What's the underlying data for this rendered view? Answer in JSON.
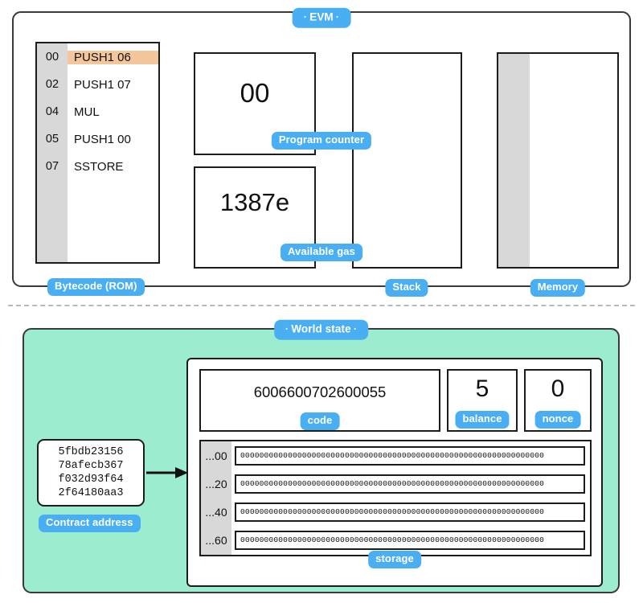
{
  "evm": {
    "title": "EVM",
    "title_dot": "·",
    "bytecode": {
      "label": "Bytecode (ROM)",
      "rows": [
        {
          "offset": "00",
          "op": "PUSH1 06",
          "active": true
        },
        {
          "offset": "02",
          "op": "PUSH1 07",
          "active": false
        },
        {
          "offset": "04",
          "op": "MUL",
          "active": false
        },
        {
          "offset": "05",
          "op": "PUSH1 00",
          "active": false
        },
        {
          "offset": "07",
          "op": "SSTORE",
          "active": false
        }
      ]
    },
    "program_counter": {
      "label": "Program counter",
      "value": "00"
    },
    "available_gas": {
      "label": "Available gas",
      "value": "1387e"
    },
    "stack": {
      "label": "Stack",
      "items": []
    },
    "memory": {
      "label": "Memory",
      "items": []
    }
  },
  "world_state": {
    "title": "World state",
    "title_dot": "·",
    "contract_address": {
      "label": "Contract address",
      "lines": [
        "5fbdb23156",
        "78afecb367",
        "f032d93f64",
        "2f64180aa3"
      ]
    },
    "code": {
      "label": "code",
      "value": "6006600702600055"
    },
    "balance": {
      "label": "balance",
      "value": "5"
    },
    "nonce": {
      "label": "nonce",
      "value": "0"
    },
    "storage": {
      "label": "storage",
      "rows": [
        {
          "key": "...00",
          "value": "0000000000000000000000000000000000000000000000000000000000000000"
        },
        {
          "key": "...20",
          "value": "0000000000000000000000000000000000000000000000000000000000000000"
        },
        {
          "key": "...40",
          "value": "0000000000000000000000000000000000000000000000000000000000000000"
        },
        {
          "key": "...60",
          "value": "0000000000000000000000000000000000000000000000000000000000000000"
        }
      ]
    }
  },
  "colors": {
    "badge": "#4aaef2",
    "world_state_bg": "#9cecd0",
    "highlight_row": "#f3c79b",
    "gutter": "#d8d8d8",
    "border": "#1c1c1c"
  }
}
